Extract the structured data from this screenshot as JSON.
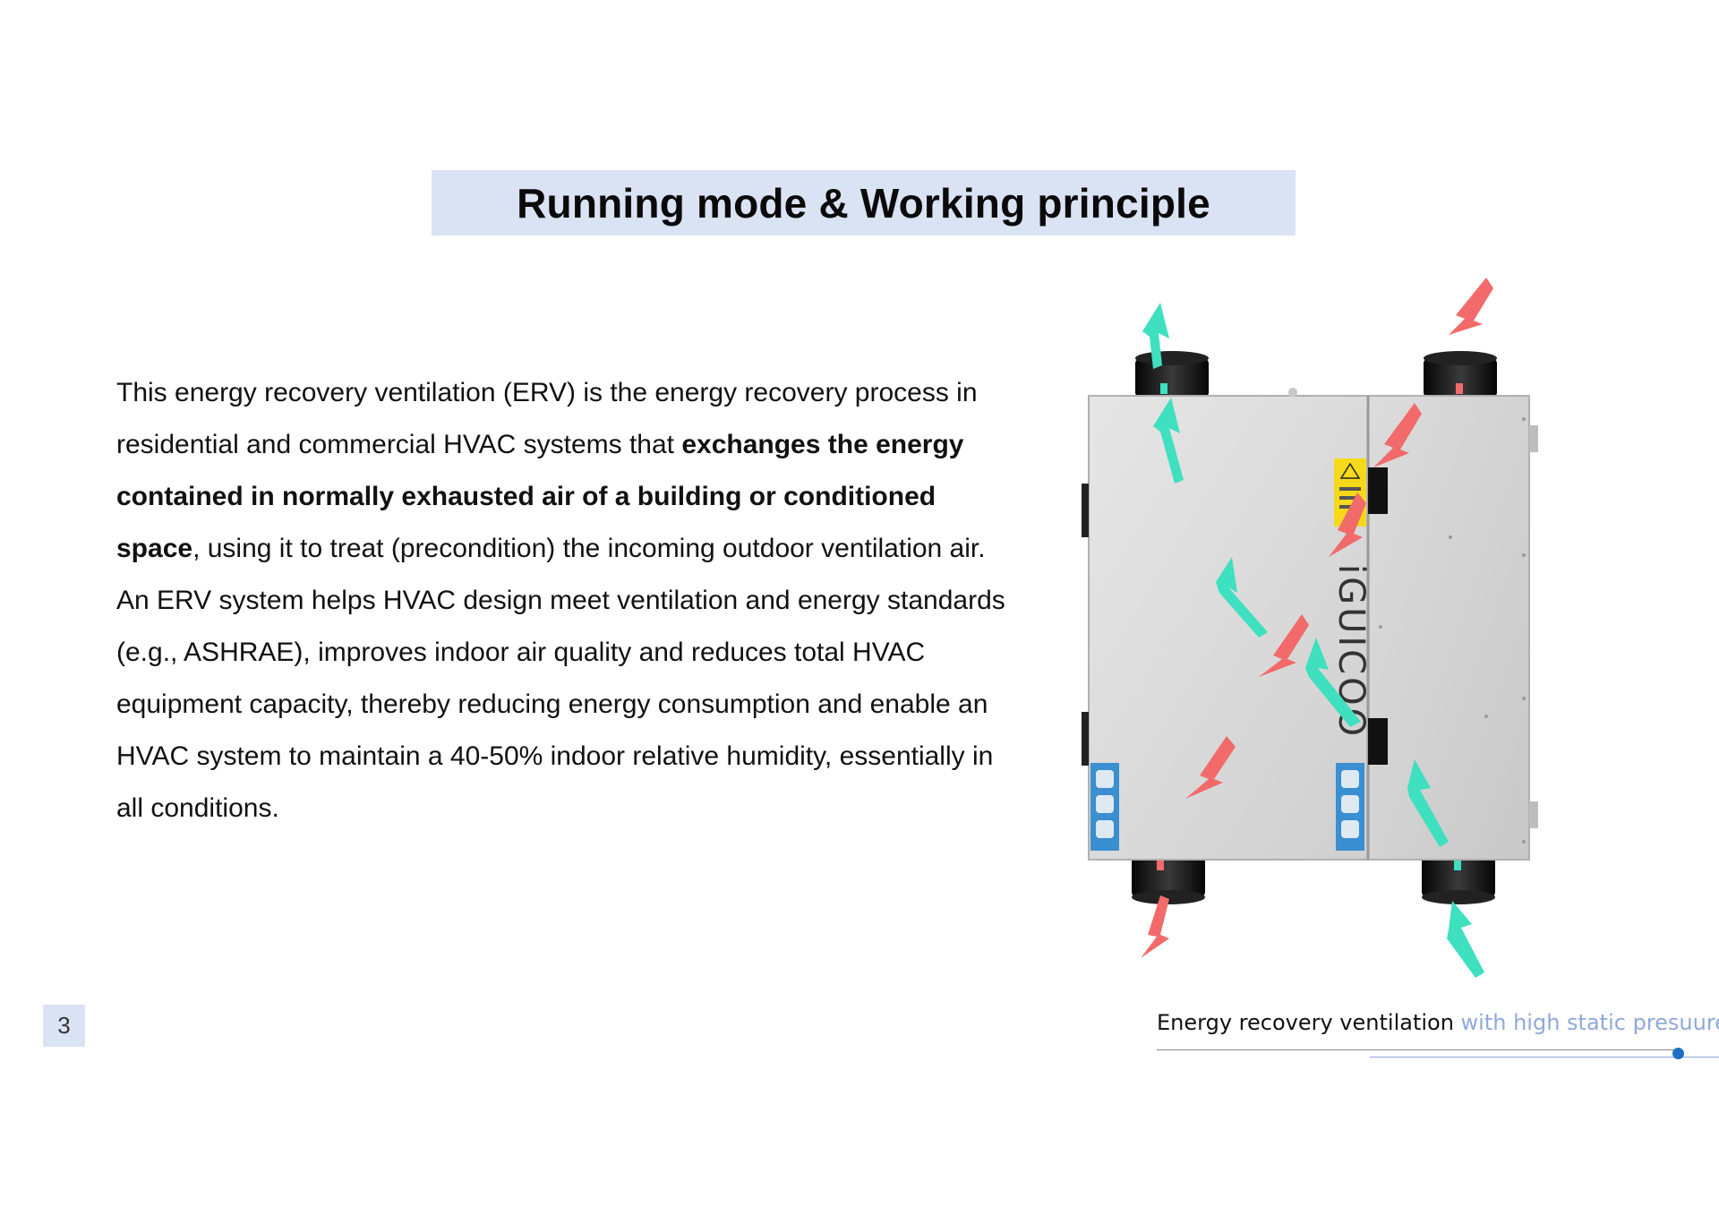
{
  "title": "Running mode & Working principle",
  "paragraph1": {
    "part1": "This energy recovery ventilation (ERV) is the energy recovery process in residential and commercial HVAC systems that ",
    "bold": "exchanges the energy contained in normally exhausted air of a building or conditioned space",
    "part2": ", using it to treat (precondition) the incoming outdoor ventilation air."
  },
  "paragraph2": "An ERV system helps HVAC design meet ventilation and energy standards (e.g., ASHRAE), improves indoor air quality and reduces total HVAC equipment capacity, thereby reducing energy consumption and enable an HVAC system to maintain a 40-50% indoor relative humidity, essentially in all conditions.",
  "figure": {
    "brand": "iGUICOO",
    "fresh_air_color": "#3ee0c0",
    "exhaust_air_color": "#f26a6a"
  },
  "page_number": "3",
  "footer": {
    "text_dark": "Energy recovery ventilation",
    "text_light": " with high static presuure"
  },
  "colors": {
    "accent_box": "#dae3f3",
    "footer_light": "#8ea9db",
    "footer_dot": "#1e6fc4"
  }
}
